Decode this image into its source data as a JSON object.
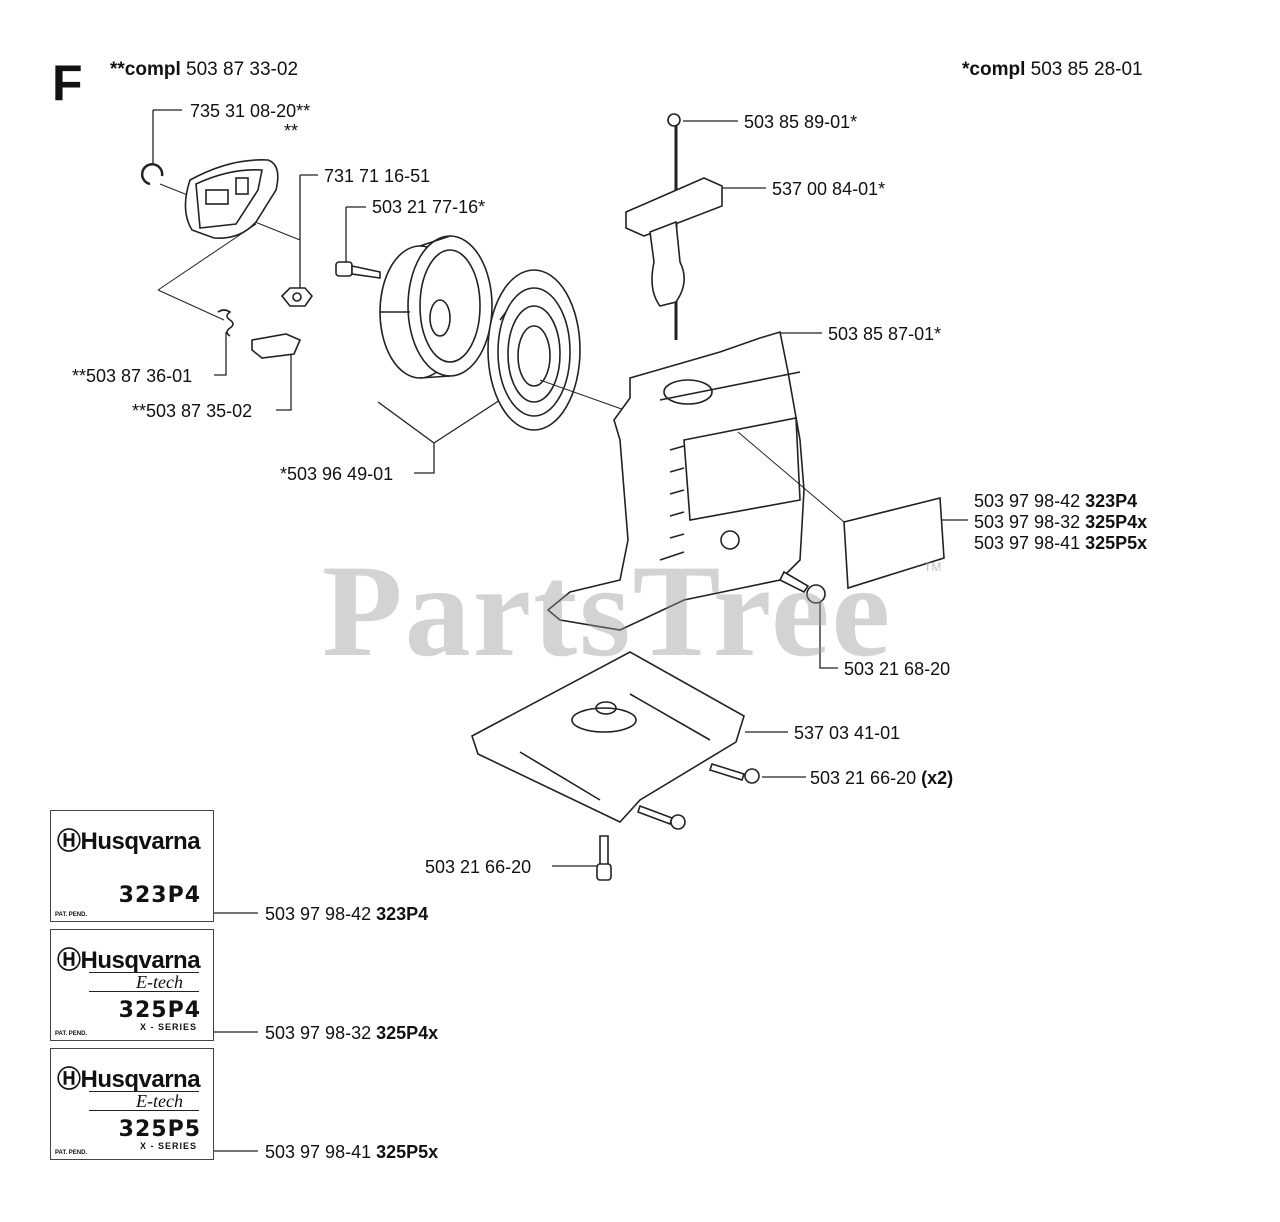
{
  "section_letter": "F",
  "compl_left": {
    "key": "**compl",
    "number": "503 87 33-02"
  },
  "compl_right": {
    "key": "*compl",
    "number": "503 85 28-01"
  },
  "watermark": "PartsTree",
  "watermark_tm": "TM",
  "labels": {
    "l_735": "735 31 08-20**",
    "l_stars": "**",
    "l_731": "731 71 16-51",
    "l_50321_77": "503 21 77-16*",
    "l_50385_89": "503 85 89-01*",
    "l_53700": "537 00 84-01*",
    "l_50385_87": "503 85 87-01*",
    "l_50387_36": "**503 87 36-01",
    "l_50387_35": "**503 87 35-02",
    "l_50396": "*503 96 49-01",
    "l_50397_42": "503 97 98-42",
    "l_50397_42_m": "323P4",
    "l_50397_32": "503 97 98-32",
    "l_50397_32_m": "325P4x",
    "l_50397_41": "503 97 98-41",
    "l_50397_41_m": "325P5x",
    "l_50321_68": "503 21 68-20",
    "l_53703": "537 03 41-01",
    "l_50321_66a": "503 21 66-20",
    "l_50321_66a_q": "(x2)",
    "l_50321_66b": "503 21 66-20",
    "d1_num": "503 97 98-42",
    "d1_m": "323P4",
    "d2_num": "503 97 98-32",
    "d2_m": "325P4x",
    "d3_num": "503 97 98-41",
    "d3_m": "325P5x"
  },
  "decals": [
    {
      "brand": "Husqvarna",
      "etech": "",
      "model": "323P4",
      "series": "",
      "pat": "PAT. PEND."
    },
    {
      "brand": "Husqvarna",
      "etech": "E-tech",
      "model": "325P4",
      "series": "X - SERIES",
      "pat": "PAT. PEND."
    },
    {
      "brand": "Husqvarna",
      "etech": "E-tech",
      "model": "325P5",
      "series": "X - SERIES",
      "pat": "PAT. PEND."
    }
  ]
}
